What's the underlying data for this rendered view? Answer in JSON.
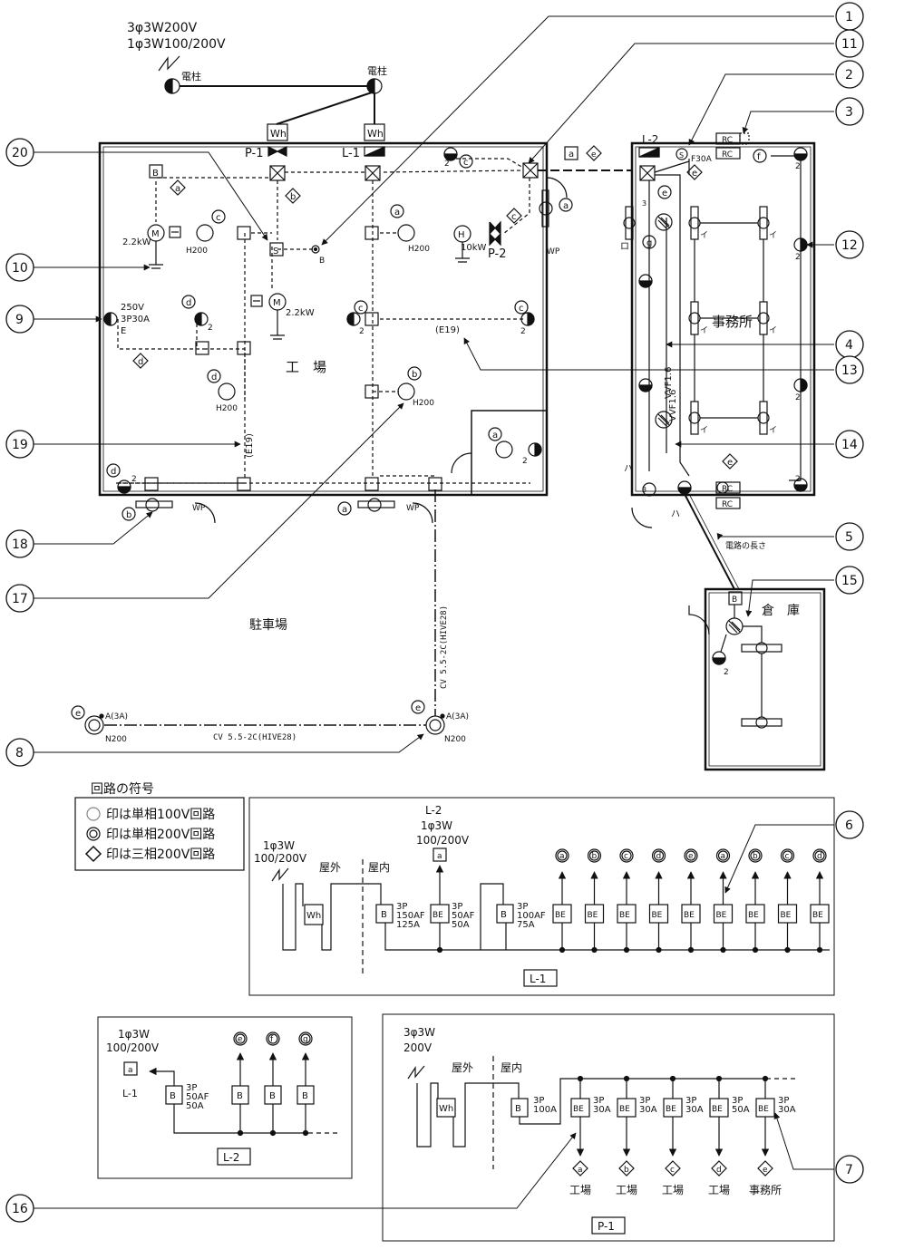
{
  "supply": {
    "line1": "3φ3W200V",
    "line2": "1φ3W100/200V"
  },
  "pole_label": "電柱",
  "meter_label": "Wh",
  "panels": {
    "p1": "P-1",
    "l1": "L-1",
    "l2": "L-2",
    "p2": "P-2"
  },
  "rooms": {
    "factory": "工　場",
    "office": "事務所",
    "warehouse": "倉　庫",
    "parking": "駐車場"
  },
  "callouts": [
    "1",
    "2",
    "3",
    "4",
    "5",
    "6",
    "7",
    "8",
    "9",
    "10",
    "11",
    "12",
    "13",
    "14",
    "15",
    "16",
    "17",
    "18",
    "19",
    "20"
  ],
  "factory_labels": {
    "motor1": "2.2kW",
    "motor2": "2.2kW",
    "heater": "10kW",
    "receptacle_spec": [
      "250V",
      "3P30A",
      "E"
    ],
    "h200": "H200",
    "e19": "(E19)",
    "wp": "WP",
    "b_mark": "B",
    "s_mark": "S",
    "h_mark": "H",
    "m_mark": "M",
    "two": "2",
    "three": "3"
  },
  "office_labels": {
    "rc": "RC",
    "f30a": "F30A",
    "vvf": "VVF1.6",
    "i": "イ",
    "ro": "ロ",
    "ha": "ハ",
    "length": "電路の長さ"
  },
  "outdoor": {
    "cable_vertical": "CV 5.5-2C(HIVE28)",
    "cable_horizontal": "CV 5.5-2C(HIVE28)",
    "a3a": "A(3A)",
    "n200": "N200"
  },
  "circuit_letters": [
    "a",
    "b",
    "c",
    "d",
    "e",
    "f",
    "g"
  ],
  "legend": {
    "title": "回路の符号",
    "items": [
      "印は単相100V回路",
      "印は単相200V回路",
      "印は三相200V回路"
    ]
  },
  "l1_diagram": {
    "supply": [
      "1φ3W",
      "100/200V"
    ],
    "to_l2": [
      "L-2",
      "1φ3W",
      "100/200V"
    ],
    "outdoor": "屋外",
    "indoor": "屋内",
    "main_breaker": [
      "3P",
      "150AF",
      "125A"
    ],
    "l2_breaker": [
      "3P",
      "50AF",
      "50A"
    ],
    "sub_breaker": [
      "3P",
      "100AF",
      "75A"
    ],
    "branches": [
      "a",
      "b",
      "c",
      "d",
      "e",
      "a",
      "b",
      "c",
      "d"
    ],
    "name": "L-1"
  },
  "l2_diagram": {
    "supply": [
      "1φ3W",
      "100/200V"
    ],
    "from": "L-1",
    "breaker": [
      "3P",
      "50AF",
      "50A"
    ],
    "branches": [
      "e",
      "f",
      "g"
    ],
    "name": "L-2"
  },
  "p1_diagram": {
    "supply": [
      "3φ3W",
      "200V"
    ],
    "outdoor": "屋外",
    "indoor": "屋内",
    "main_breaker": [
      "3P",
      "100A"
    ],
    "branches": [
      {
        "spec": [
          "3P",
          "30A"
        ],
        "circuit": "a",
        "place": "工場"
      },
      {
        "spec": [
          "3P",
          "30A"
        ],
        "circuit": "b",
        "place": "工場"
      },
      {
        "spec": [
          "3P",
          "30A"
        ],
        "circuit": "c",
        "place": "工場"
      },
      {
        "spec": [
          "3P",
          "50A"
        ],
        "circuit": "d",
        "place": "工場"
      },
      {
        "spec": [
          "3P",
          "30A"
        ],
        "circuit": "e",
        "place": "事務所"
      }
    ],
    "name": "P-1"
  },
  "symbols": {
    "b": "B",
    "be": "BE",
    "a_box": "a",
    "e_box": "e"
  },
  "colors": {
    "ink": "#111111",
    "paper": "#ffffff"
  }
}
